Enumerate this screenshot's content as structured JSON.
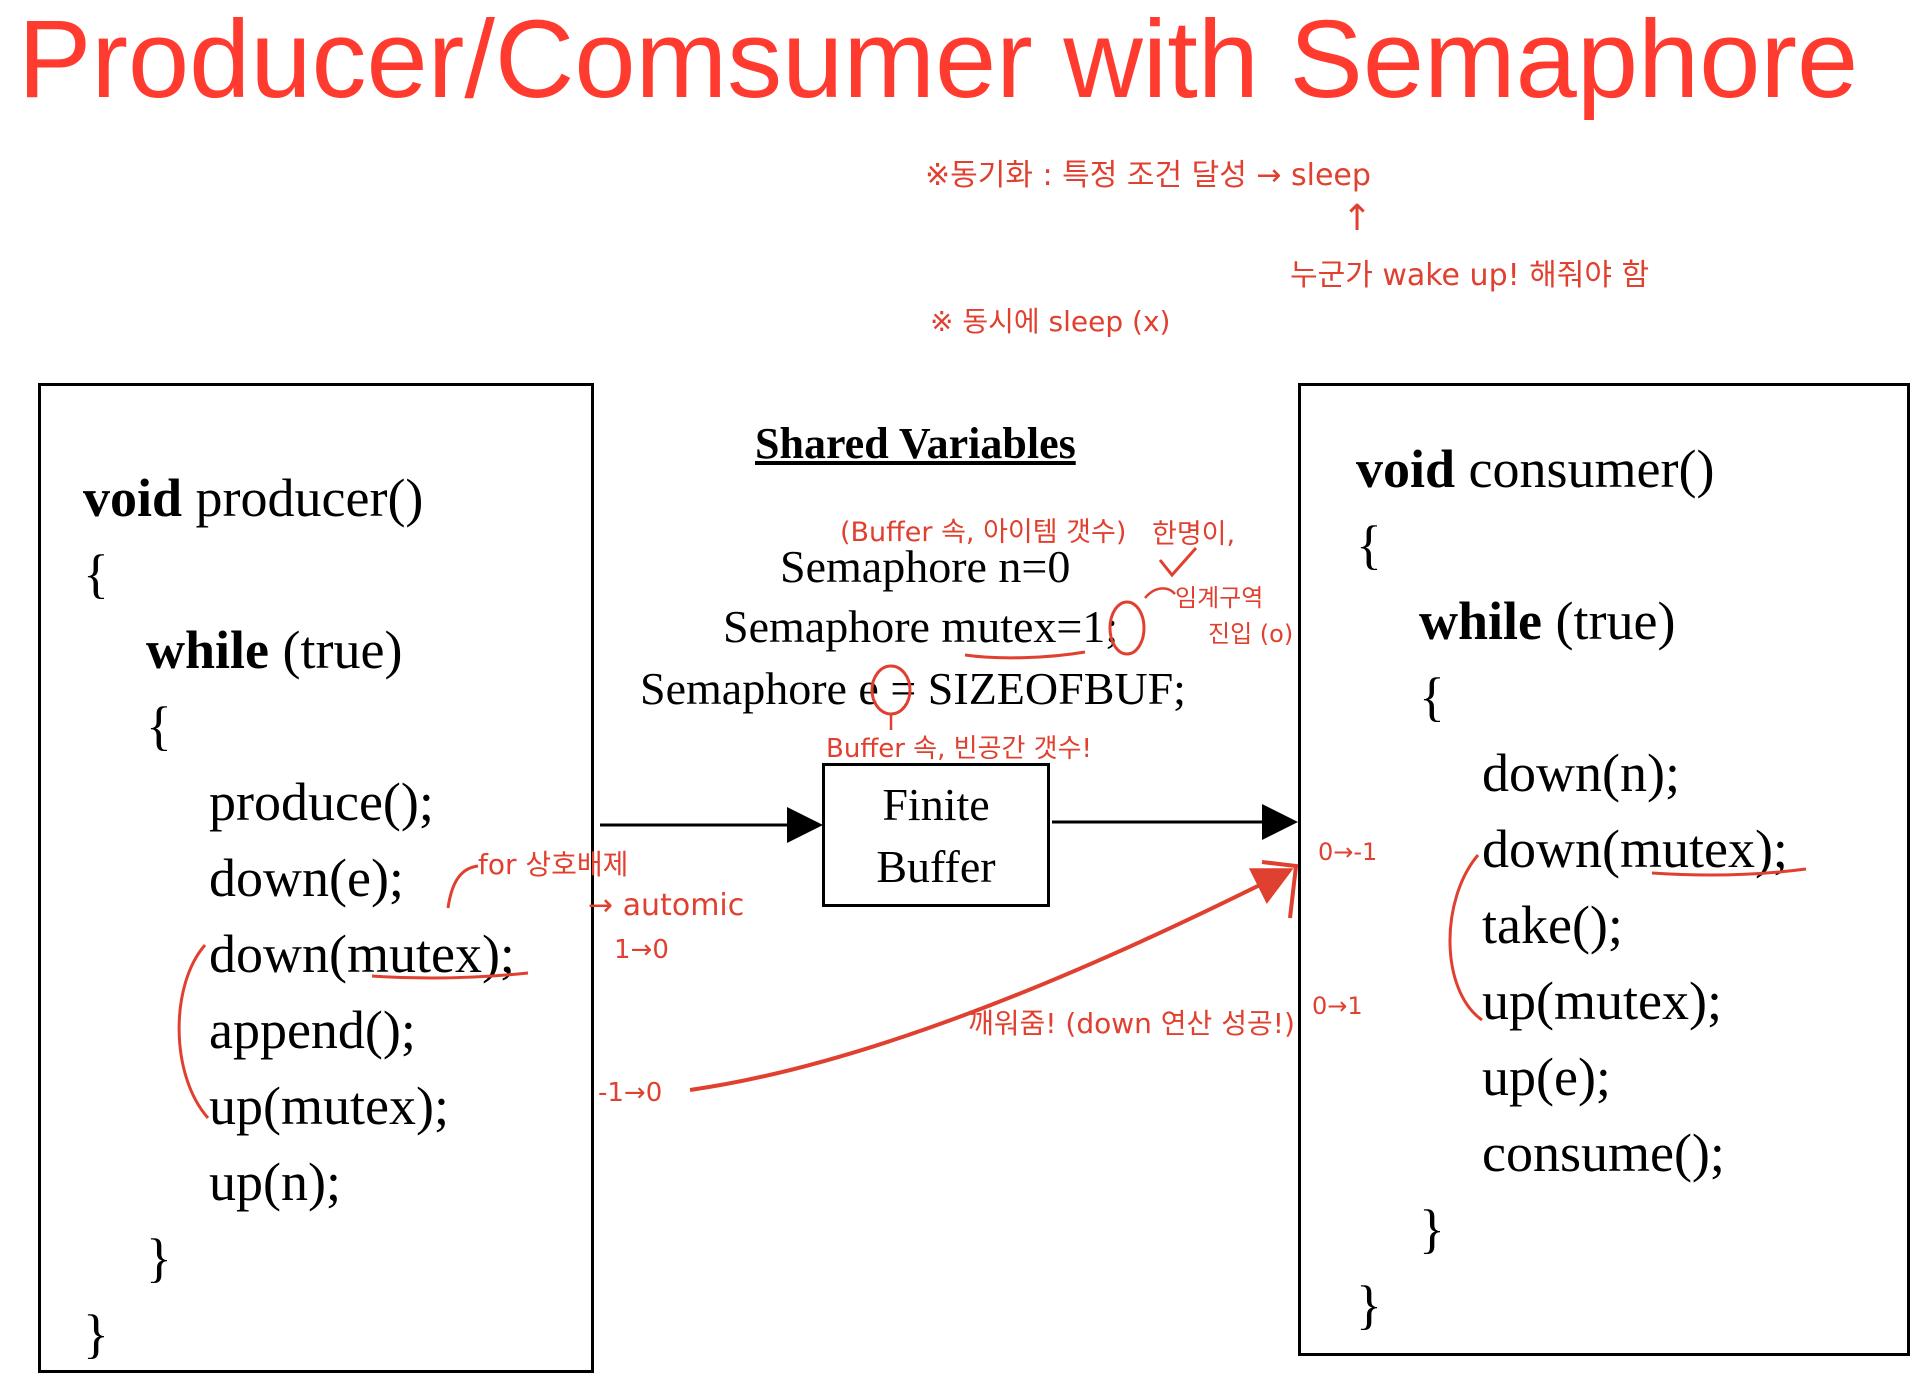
{
  "title": "Producer/Comsumer with Semaphore",
  "notes": {
    "sync": "※동기화 : 특정 조건 달성 → sleep",
    "wake": "누군가 wake up! 해줘야 함",
    "nosleep": "※ 동시에 sleep (x)",
    "buffer_items": "(Buffer 속, 아이템 갯수)",
    "one_person": "한명이,",
    "critical": "임계구역",
    "enter": "진입 (o)",
    "buffer_empty": "Buffer 속, 빈공간 갯수!",
    "for_mutex": "for 상호배제",
    "atomic": "→ automic",
    "one_zero": "1→0",
    "neg_one_zero": "-1→0",
    "wake_up": "깨워줌! (down 연산 성공!)",
    "zero_neg_one": "0→-1",
    "zero_one": "0→1"
  },
  "producer": {
    "sig_kw": "void",
    "sig_rest": " producer()",
    "open": "{",
    "while_kw": "while",
    "while_rest": " (true)",
    "open2": "{",
    "lines": [
      "produce();",
      "down(e);",
      "down(mutex);",
      "append();",
      "up(mutex);",
      "up(n);"
    ],
    "close2": "}",
    "close": "}"
  },
  "consumer": {
    "sig_kw": "void",
    "sig_rest": " consumer()",
    "open": "{",
    "while_kw": "while",
    "while_rest": " (true)",
    "open2": "{",
    "lines": [
      "down(n);",
      "down(mutex);",
      "take();",
      "up(mutex);",
      "up(e);",
      "consume();"
    ],
    "close2": "}",
    "close": "}"
  },
  "shared": {
    "heading": "Shared Variables",
    "n": "Semaphore n=0",
    "mutex": "Semaphore mutex=1;",
    "e": "Semaphore e = SIZEOFBUF;"
  },
  "buffer": {
    "line1": "Finite",
    "line2": "Buffer"
  },
  "colors": {
    "title": "#ff3b2f",
    "annotation": "#e0402f"
  }
}
